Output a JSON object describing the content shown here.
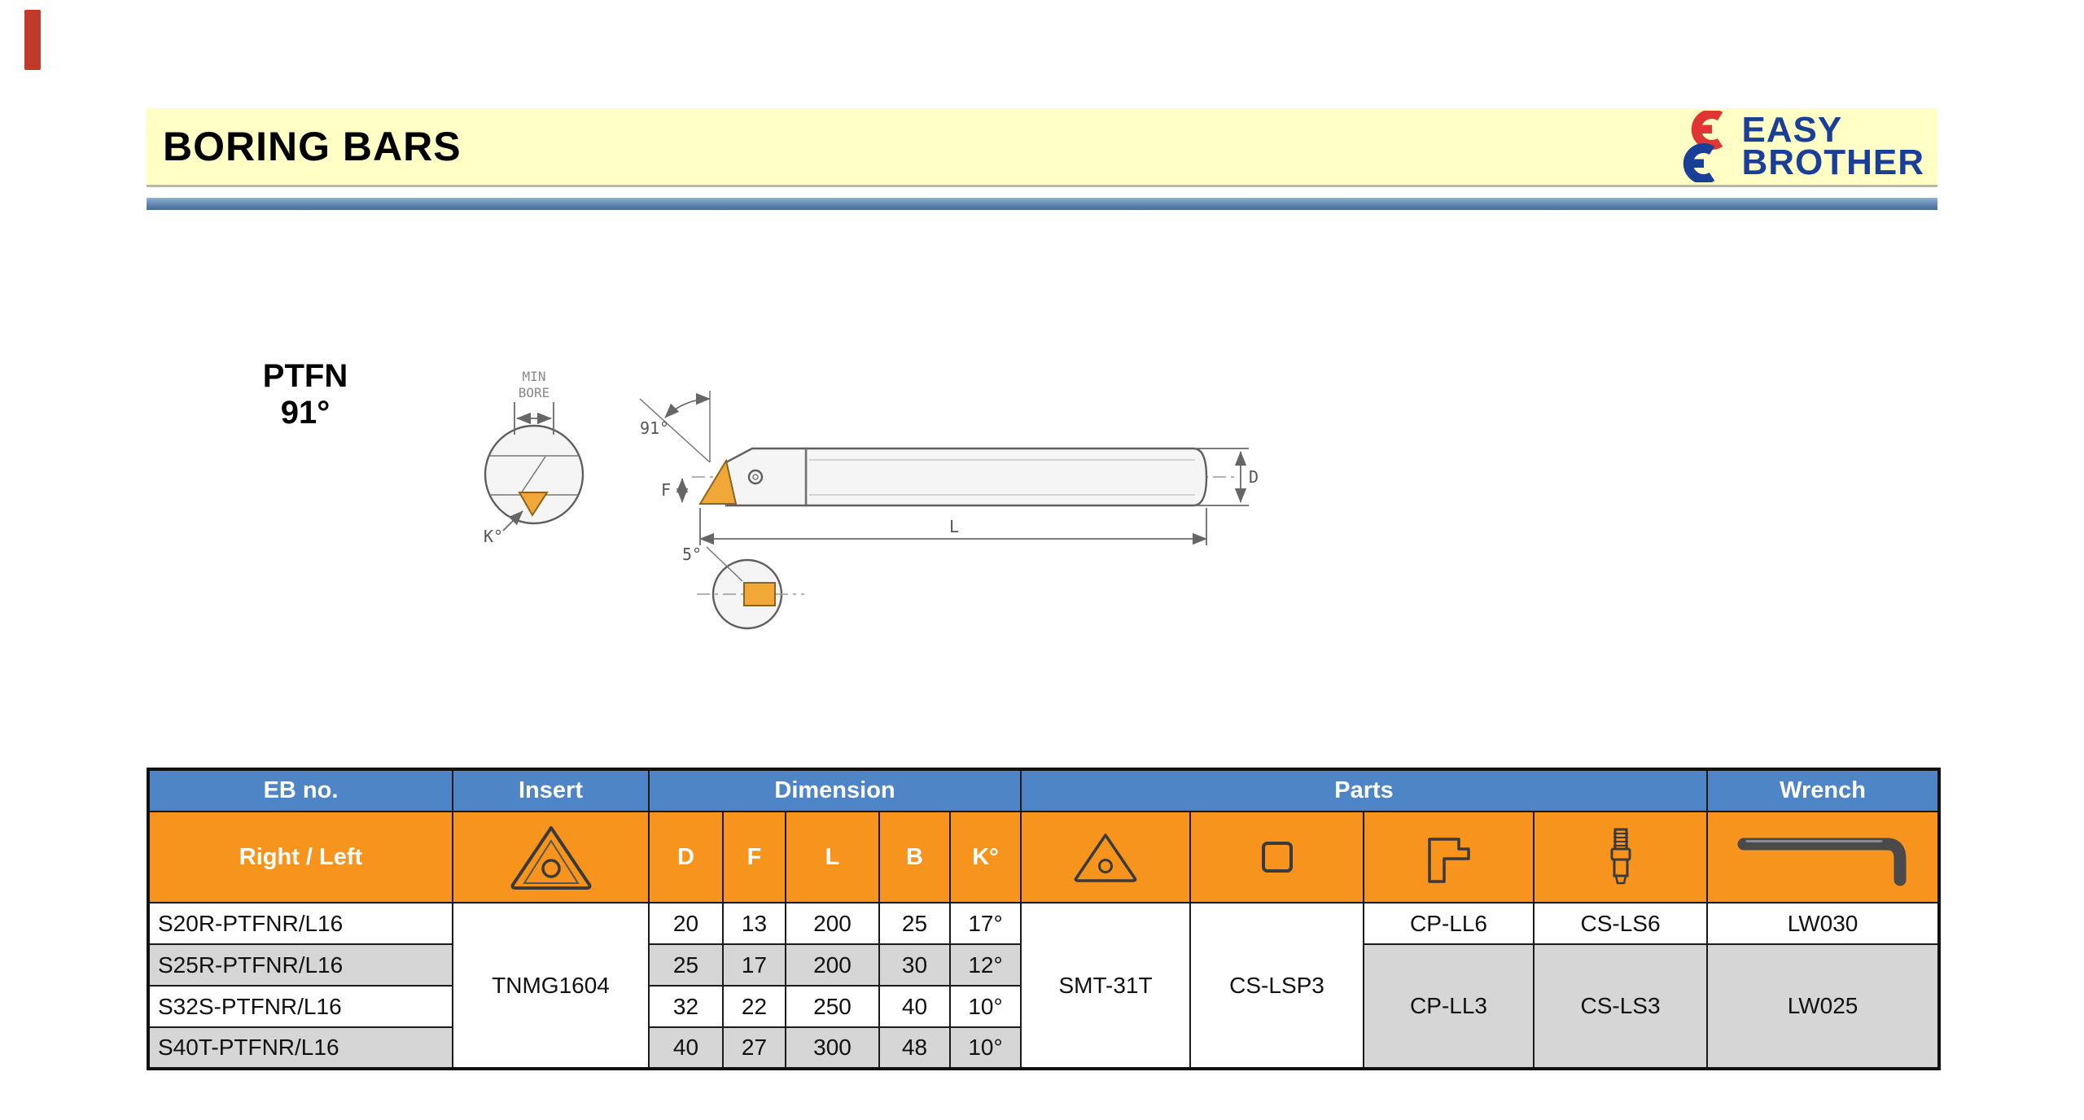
{
  "header": {
    "title": "BORING BARS",
    "logo": {
      "line1": "EASY",
      "line2": "BROTHER"
    }
  },
  "drawing": {
    "model": "PTFN",
    "model_angle": "91°",
    "labels": {
      "min": "MIN",
      "bore": "BORE",
      "angle": "91°",
      "f": "F",
      "l": "L",
      "d": "D",
      "k": "K°",
      "five": "5°"
    }
  },
  "table": {
    "group_headers": {
      "eb_no": "EB no.",
      "insert": "Insert",
      "dimension": "Dimension",
      "parts": "Parts",
      "wrench": "Wrench"
    },
    "sub_headers": {
      "right_left": "Right / Left",
      "d": "D",
      "f": "F",
      "l": "L",
      "b": "B",
      "k": "K°"
    },
    "merged": {
      "insert_model": "TNMG1604",
      "parts_insert": "SMT-31T",
      "shim": "CS-LSP3"
    },
    "rows": [
      {
        "eb": "S20R-PTFNR/L16",
        "d": "20",
        "f": "13",
        "l": "200",
        "b": "25",
        "k": "17°",
        "clamp": "CP-LL6",
        "screw": "CS-LS6",
        "wrench": "LW030"
      },
      {
        "eb": "S25R-PTFNR/L16",
        "d": "25",
        "f": "17",
        "l": "200",
        "b": "30",
        "k": "12°",
        "clamp": "CP-LL3",
        "screw": "CS-LS3",
        "wrench": "LW025"
      },
      {
        "eb": "S32S-PTFNR/L16",
        "d": "32",
        "f": "22",
        "l": "250",
        "b": "40",
        "k": "10°"
      },
      {
        "eb": "S40T-PTFNR/L16",
        "d": "40",
        "f": "27",
        "l": "300",
        "b": "48",
        "k": "10°"
      }
    ]
  },
  "colors": {
    "band_yellow": "#ffffc6",
    "accent_blue": "#567ca8",
    "header_blue": "#4d85c6",
    "header_orange": "#f7941d",
    "row_gray": "#d6d6d6",
    "logo_blue": "#1a3f97",
    "logo_red": "#e13434",
    "insert_orange": "#f2a838"
  }
}
